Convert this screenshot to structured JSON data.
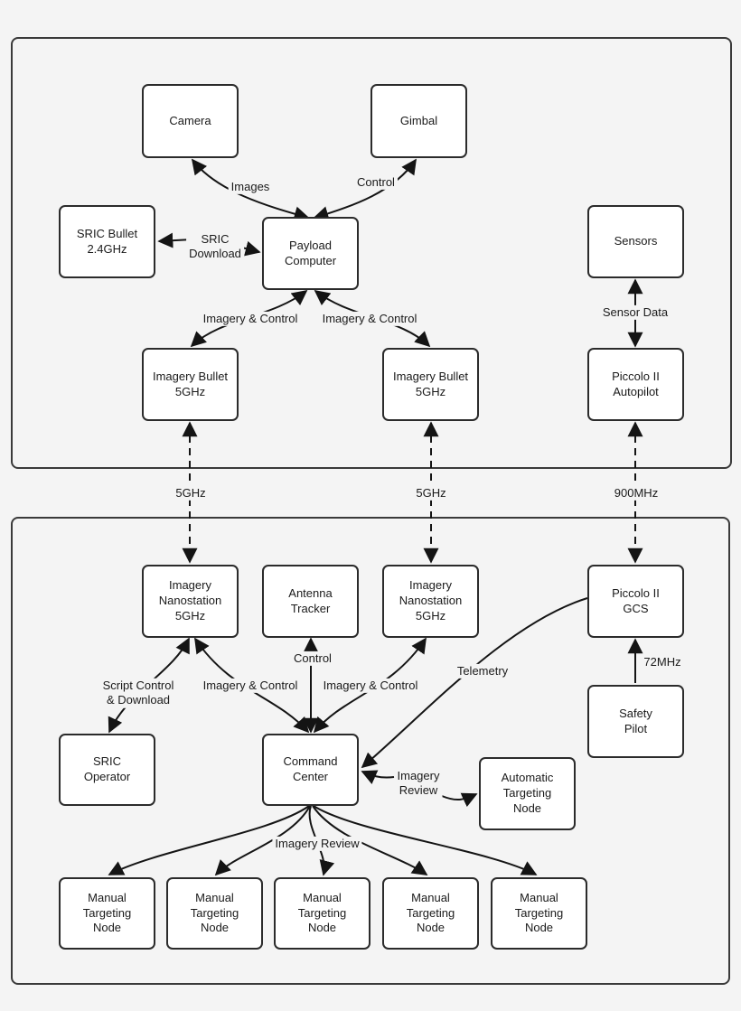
{
  "diagram_title": "UAV imagery and control system block diagram",
  "colors": {
    "background": "#f4f4f4",
    "node_fill": "#ffffff",
    "node_border": "#2b2b2b",
    "container_border": "#3a3a3a",
    "line": "#141414"
  },
  "nodes": {
    "camera": {
      "label": "Camera"
    },
    "gimbal": {
      "label": "Gimbal"
    },
    "sric_bullet": {
      "label": "SRIC Bullet\n2.4GHz"
    },
    "payload_computer": {
      "label": "Payload\nComputer"
    },
    "sensors": {
      "label": "Sensors"
    },
    "imagery_bullet_left": {
      "label": "Imagery Bullet\n5GHz"
    },
    "imagery_bullet_right": {
      "label": "Imagery Bullet\n5GHz"
    },
    "piccolo_autopilot": {
      "label": "Piccolo II\nAutopilot"
    },
    "imagery_nano_left": {
      "label": "Imagery\nNanostation\n5GHz"
    },
    "antenna_tracker": {
      "label": "Antenna\nTracker"
    },
    "imagery_nano_right": {
      "label": "Imagery\nNanostation\n5GHz"
    },
    "piccolo_gcs": {
      "label": "Piccolo II\nGCS"
    },
    "safety_pilot": {
      "label": "Safety\nPilot"
    },
    "sric_operator": {
      "label": "SRIC\nOperator"
    },
    "command_center": {
      "label": "Command\nCenter"
    },
    "auto_targeting": {
      "label": "Automatic\nTargeting\nNode"
    },
    "manual_1": {
      "label": "Manual\nTargeting\nNode"
    },
    "manual_2": {
      "label": "Manual\nTargeting\nNode"
    },
    "manual_3": {
      "label": "Manual\nTargeting\nNode"
    },
    "manual_4": {
      "label": "Manual\nTargeting\nNode"
    },
    "manual_5": {
      "label": "Manual\nTargeting\nNode"
    }
  },
  "edge_labels": {
    "images": "Images",
    "control_gimbal": "Control",
    "sric_download": "SRIC\nDownload",
    "imagery_control_top_left": "Imagery & Control",
    "imagery_control_top_right": "Imagery & Control",
    "sensor_data": "Sensor Data",
    "freq_left": "5GHz",
    "freq_mid": "5GHz",
    "freq_right": "900MHz",
    "script_control": "Script Control\n& Download",
    "imagery_control_bottom_left": "Imagery & Control",
    "imagery_control_bottom_right": "Imagery & Control",
    "control_antenna": "Control",
    "telemetry": "Telemetry",
    "freq_pilot": "72MHz",
    "imagery_review_mid": "Imagery\nReview",
    "imagery_review_bottom": "Imagery Review"
  }
}
